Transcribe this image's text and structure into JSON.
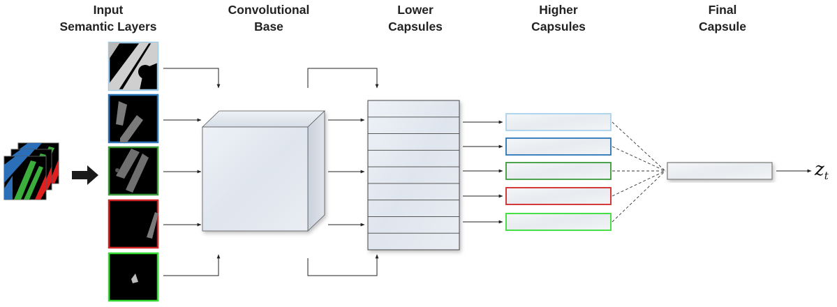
{
  "headers": {
    "input": [
      "Input",
      "Semantic Layers"
    ],
    "conv": [
      "Convolutional",
      "Base"
    ],
    "lower": [
      "Lower",
      "Capsules"
    ],
    "higher": [
      "Higher",
      "Capsules"
    ],
    "final": [
      "Final",
      "Capsule"
    ]
  },
  "output": {
    "symbol": "z",
    "subscript": "t"
  },
  "colors": {
    "layer_borders": [
      "#9cc8e8",
      "#2a74b8",
      "#3a9a3a",
      "#d02525",
      "#33dd33"
    ],
    "higher_capsule_borders": [
      "#a8d2ee",
      "#2a74b8",
      "#3a9a3a",
      "#d02525",
      "#33dd33"
    ],
    "stack_blue": "#2a6fb8",
    "stack_green": "#3cae3c",
    "stack_red": "#e02020",
    "final_capsule_border": "#777777"
  },
  "lower_capsules_rows": 9
}
